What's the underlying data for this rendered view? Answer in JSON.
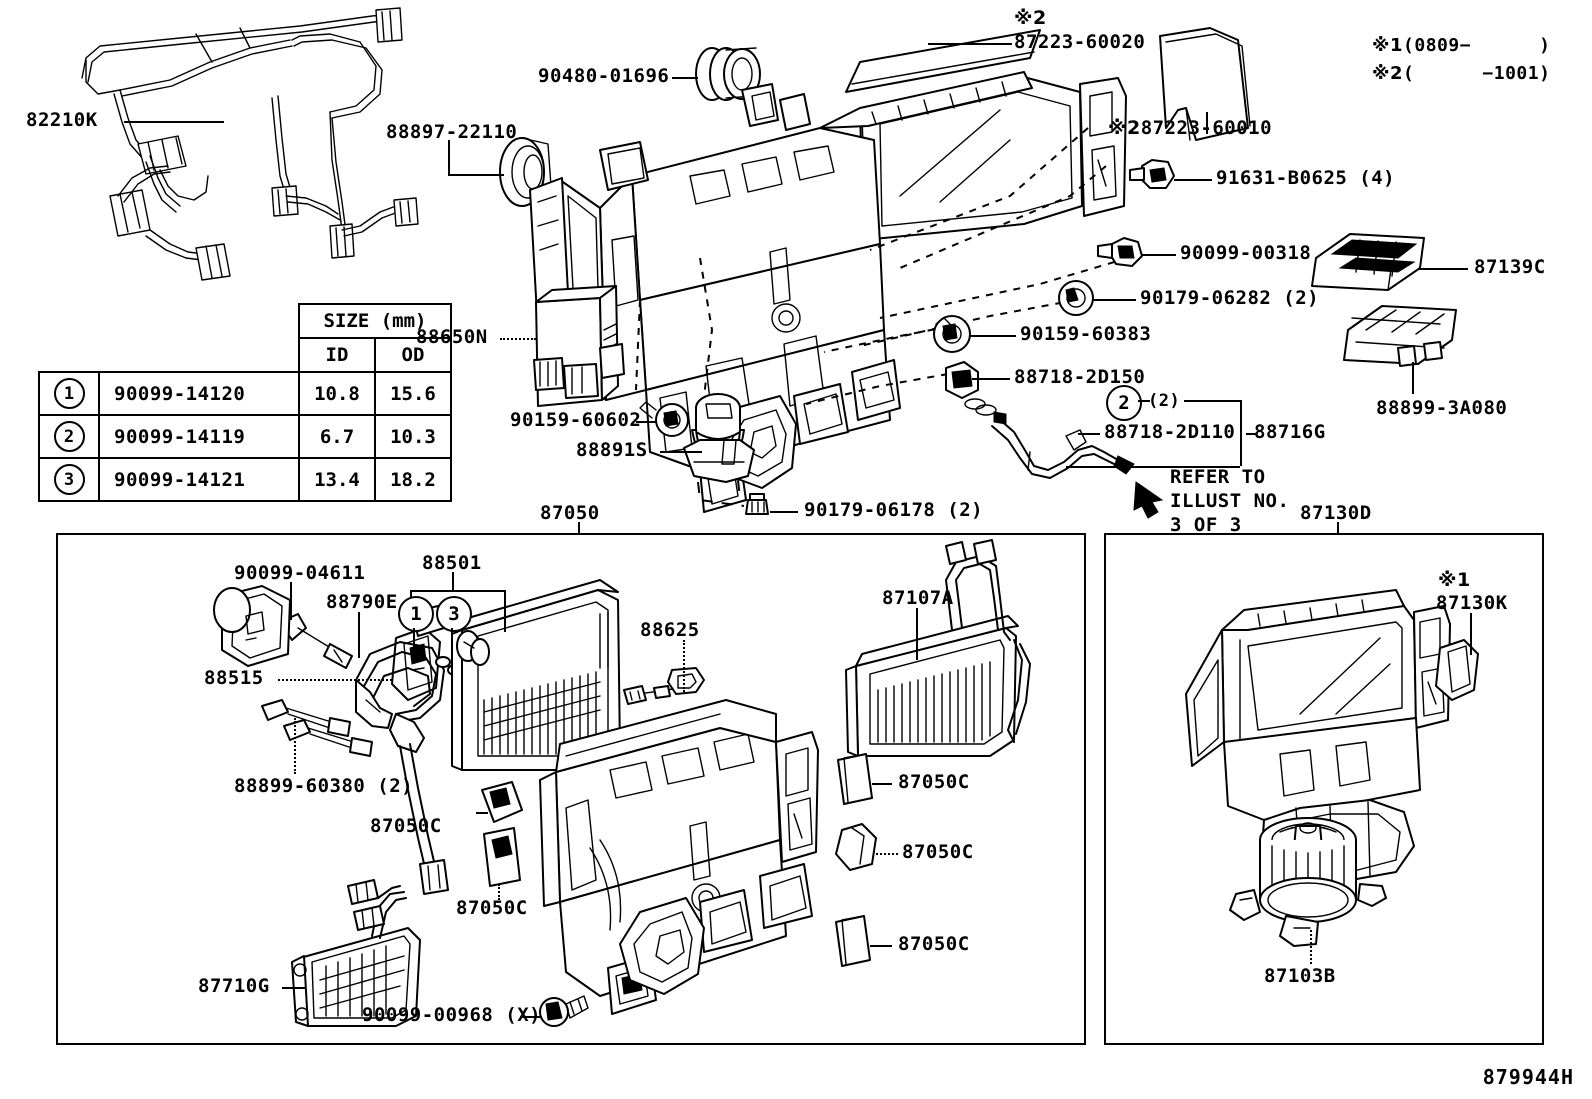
{
  "diagram": {
    "drawing_code": "879944H",
    "notes": [
      {
        "mark": "※1",
        "text": "(0809−      )"
      },
      {
        "mark": "※2",
        "text": "(      −1001)"
      }
    ],
    "refer_note": [
      "REFER TO",
      "ILLUST NO.",
      "3 OF 3"
    ]
  },
  "size_table": {
    "header_main": "SIZE (mm)",
    "col_id": "ID",
    "col_od": "OD",
    "rows": [
      {
        "index": "1",
        "part_no": "90099-14120",
        "id": "10.8",
        "od": "15.6"
      },
      {
        "index": "2",
        "part_no": "90099-14119",
        "id": "6.7",
        "od": "10.3"
      },
      {
        "index": "3",
        "part_no": "90099-14121",
        "id": "13.4",
        "od": "18.2"
      }
    ]
  },
  "panels": {
    "cooling_unit": {
      "label": "87050"
    },
    "blower_unit": {
      "label": "87130D"
    }
  },
  "callouts": {
    "harness": "82210K",
    "grommet_90480": "90480-01696",
    "grommet_88897": "88897-22110",
    "duct_87223_60020": "87223-60020",
    "duct_87223_60020_mark": "※2",
    "cover_87223_60010": "87223-60010",
    "cover_87223_60010_mark": "※2",
    "bolt_91631": "91631-B0625 (4)",
    "bolt_90099_00318": "90099-00318",
    "nut_90179_06282": "90179-06282 (2)",
    "screw_90159_60383": "90159-60383",
    "clamp_88718_2D150": "88718-2D150",
    "clamp_88718_2D110": "88718-2D110",
    "hose_88716G": "88716G",
    "hose_index": "2",
    "hose_qty": "(2)",
    "filter_87139C": "87139C",
    "filter_case_88899_3A080": "88899-3A080",
    "amplifier_88650N": "88650N",
    "screw_90159_60602": "90159-60602",
    "servo_88891S": "88891S",
    "nut_90179_06178": "90179-06178 (2)",
    "bolt_90099_04611": "90099-04611",
    "valve_88515": "88515",
    "bolt_88899_60380": "88899-60380 (2)",
    "tube_88790E": "88790E",
    "oring_88501": "88501",
    "oring_index_1": "1",
    "oring_index_3": "3",
    "thermistor_88625": "88625",
    "heater_core_87107A": "87107A",
    "seal_87050C_a": "87050C",
    "seal_87050C_b": "87050C",
    "seal_87050C_c": "87050C",
    "seal_87050C_d": "87050C",
    "ptc_87710G": "87710G",
    "screw_90099_00968": "90099-00968 (X)",
    "damper_87130K": "87130K",
    "damper_87130K_mark": "※1",
    "blower_motor_87103B": "87103B"
  }
}
